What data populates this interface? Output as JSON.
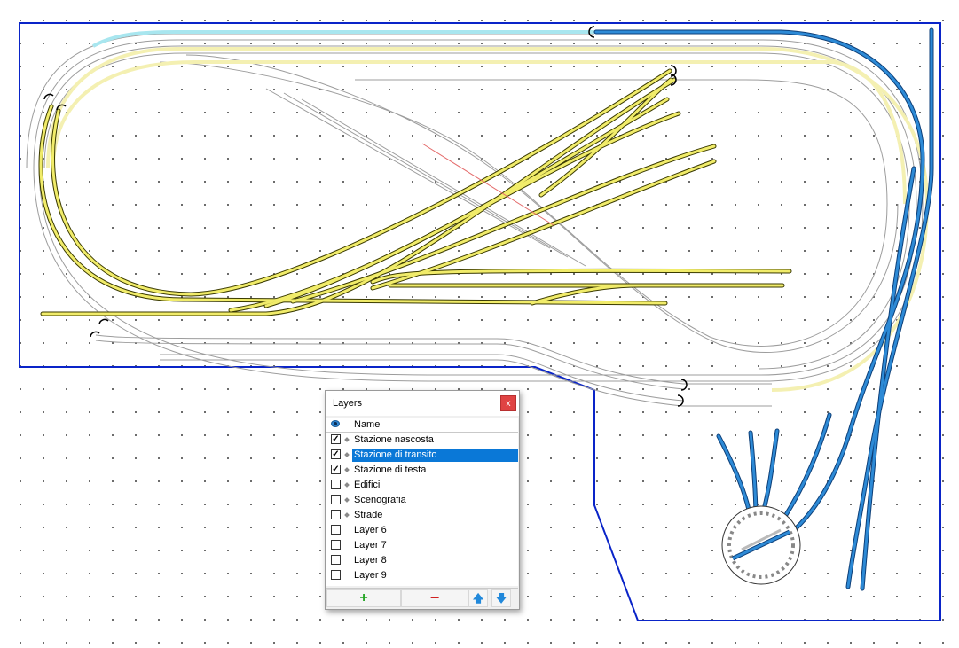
{
  "layers_panel": {
    "title": "Layers",
    "close_label": "x",
    "column_header": "Name",
    "layers": [
      {
        "name": "Stazione nascosta",
        "checked": true,
        "selected": false,
        "diamond": true
      },
      {
        "name": "Stazione di transito",
        "checked": true,
        "selected": true,
        "diamond": true
      },
      {
        "name": "Stazione di testa",
        "checked": true,
        "selected": false,
        "diamond": true
      },
      {
        "name": "Edifici",
        "checked": false,
        "selected": false,
        "diamond": true
      },
      {
        "name": "Scenografia",
        "checked": false,
        "selected": false,
        "diamond": true
      },
      {
        "name": "Strade",
        "checked": false,
        "selected": false,
        "diamond": true
      },
      {
        "name": "Layer 6",
        "checked": false,
        "selected": false,
        "diamond": false
      },
      {
        "name": "Layer 7",
        "checked": false,
        "selected": false,
        "diamond": false
      },
      {
        "name": "Layer 8",
        "checked": false,
        "selected": false,
        "diamond": false
      },
      {
        "name": "Layer 9",
        "checked": false,
        "selected": false,
        "diamond": false
      }
    ],
    "toolbar": {
      "add": "+",
      "remove": "−",
      "up": "🡅",
      "down": "🡇"
    }
  },
  "colors": {
    "board_border": "#0a24c8",
    "track_yellow": "#f1ec6a",
    "track_yellow_light": "#f4f0b2",
    "track_blue": "#2d8ad6",
    "track_cyan": "#a8e6ef",
    "track_gray": "#9c9c9c",
    "selection_red": "#e46b6b"
  }
}
